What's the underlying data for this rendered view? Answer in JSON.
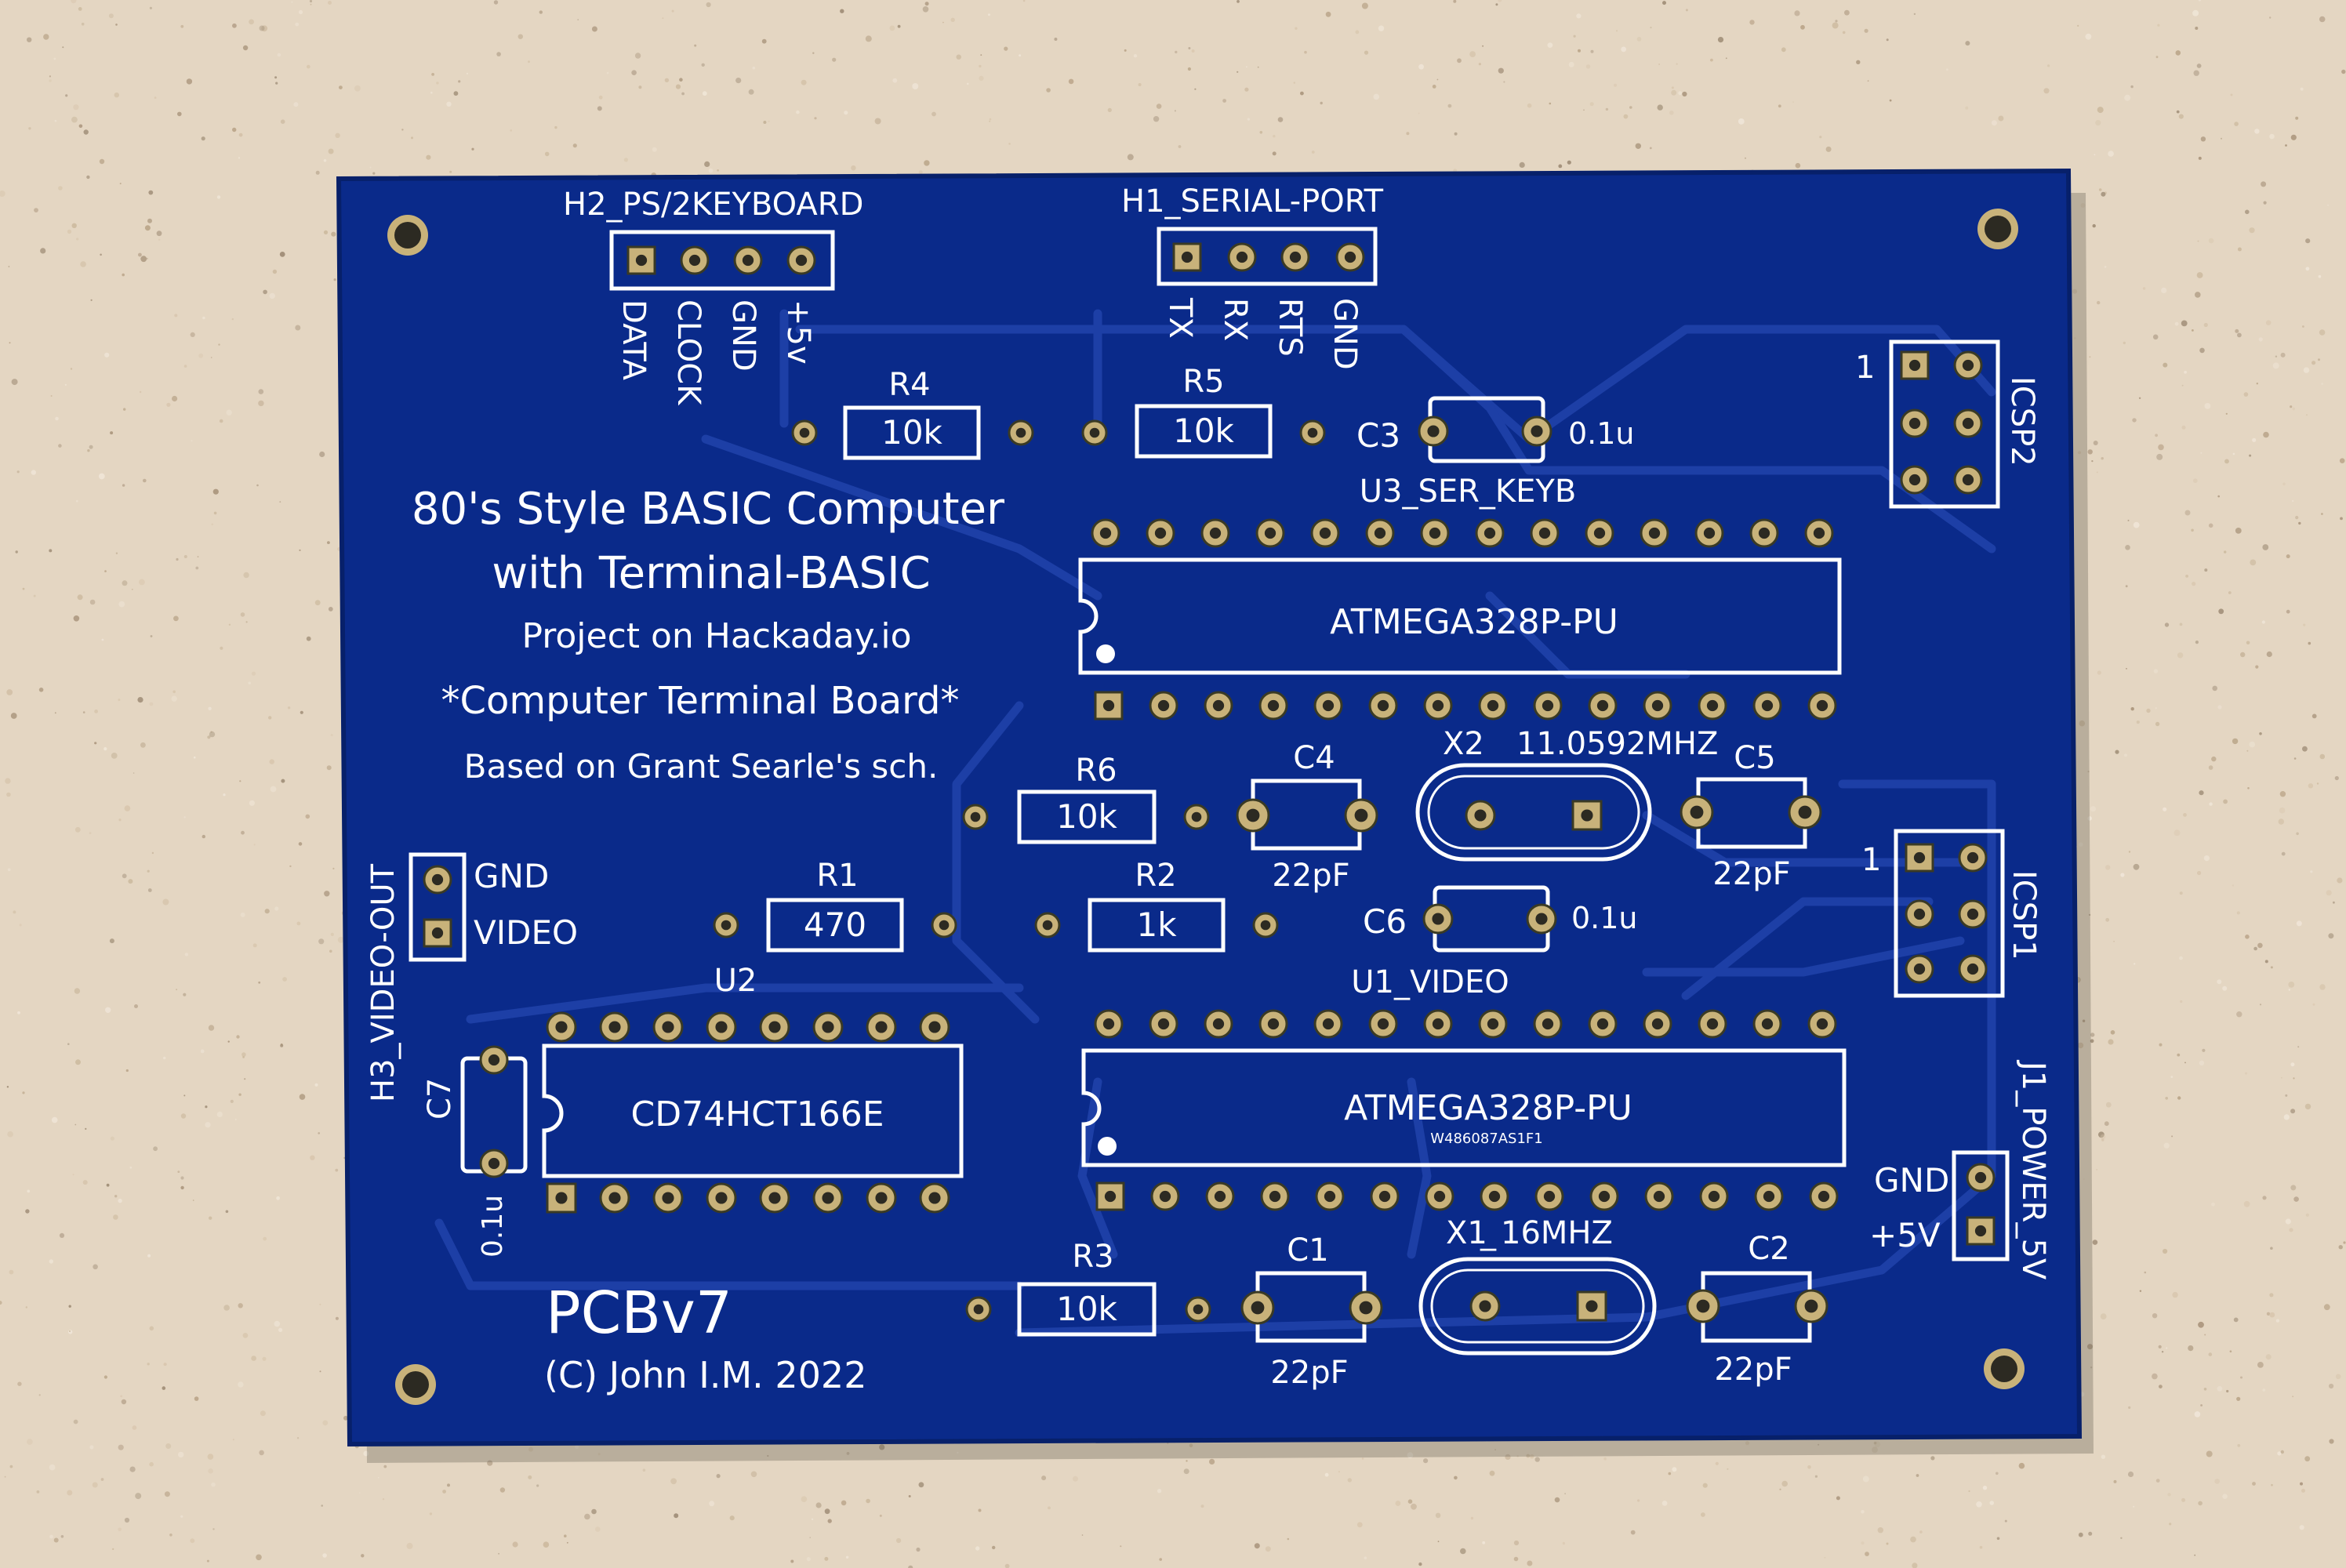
{
  "board": {
    "title_lines": [
      "80's Style BASIC Computer",
      "with Terminal-BASIC"
    ],
    "subtitle_lines": [
      "Project on Hackaday.io",
      "*Computer Terminal Board*",
      "Based on Grant Searle's sch."
    ],
    "version": "PCBv7",
    "copyright": "(C) John I.M. 2022"
  },
  "headers": {
    "h2": {
      "name": "H2_PS/2KEYBOARD",
      "pins": [
        "DATA",
        "CLOCK",
        "GND",
        "+5v"
      ]
    },
    "h1": {
      "name": "H1_SERIAL-PORT",
      "pins": [
        "TX",
        "RX",
        "RTS",
        "GND"
      ]
    },
    "h3": {
      "name": "H3_VIDEO-OUT",
      "pins": [
        "GND",
        "VIDEO"
      ]
    },
    "j1": {
      "name": "J1_POWER_5V",
      "pins": [
        "GND",
        "+5V"
      ]
    },
    "icsp2": {
      "name": "ICSP2",
      "pin1": "1"
    },
    "icsp1": {
      "name": "ICSP1",
      "pin1": "1"
    }
  },
  "resistors": {
    "r4": {
      "ref": "R4",
      "value": "10k"
    },
    "r5": {
      "ref": "R5",
      "value": "10k"
    },
    "r6": {
      "ref": "R6",
      "value": "10k"
    },
    "r1": {
      "ref": "R1",
      "value": "470"
    },
    "r2": {
      "ref": "R2",
      "value": "1k"
    },
    "r3": {
      "ref": "R3",
      "value": "10k"
    }
  },
  "capacitors": {
    "c3": {
      "ref": "C3",
      "value": "0.1u"
    },
    "c6": {
      "ref": "C6",
      "value": "0.1u"
    },
    "c7": {
      "ref": "C7",
      "value": "0.1u"
    },
    "c4": {
      "ref": "C4",
      "value": "22pF"
    },
    "c5": {
      "ref": "C5",
      "value": "22pF"
    },
    "c1": {
      "ref": "C1",
      "value": "22pF"
    },
    "c2": {
      "ref": "C2",
      "value": "22pF"
    }
  },
  "crystals": {
    "x2": {
      "ref": "X2",
      "value": "11.0592MHZ"
    },
    "x1": {
      "ref": "X1",
      "value": "16MHZ"
    }
  },
  "chips": {
    "u3": {
      "ref": "U3_SER_KEYB",
      "part": "ATMEGA328P-PU"
    },
    "u1": {
      "ref": "U1_VIDEO",
      "part": "ATMEGA328P-PU",
      "marking": "W486087AS1F1"
    },
    "u2": {
      "ref": "U2",
      "part": "CD74HCT166E"
    }
  },
  "colors": {
    "board": "#0a2a8a",
    "silkscreen": "#ffffff",
    "pads": "#c8b27a",
    "background": "#e6d9c6"
  }
}
